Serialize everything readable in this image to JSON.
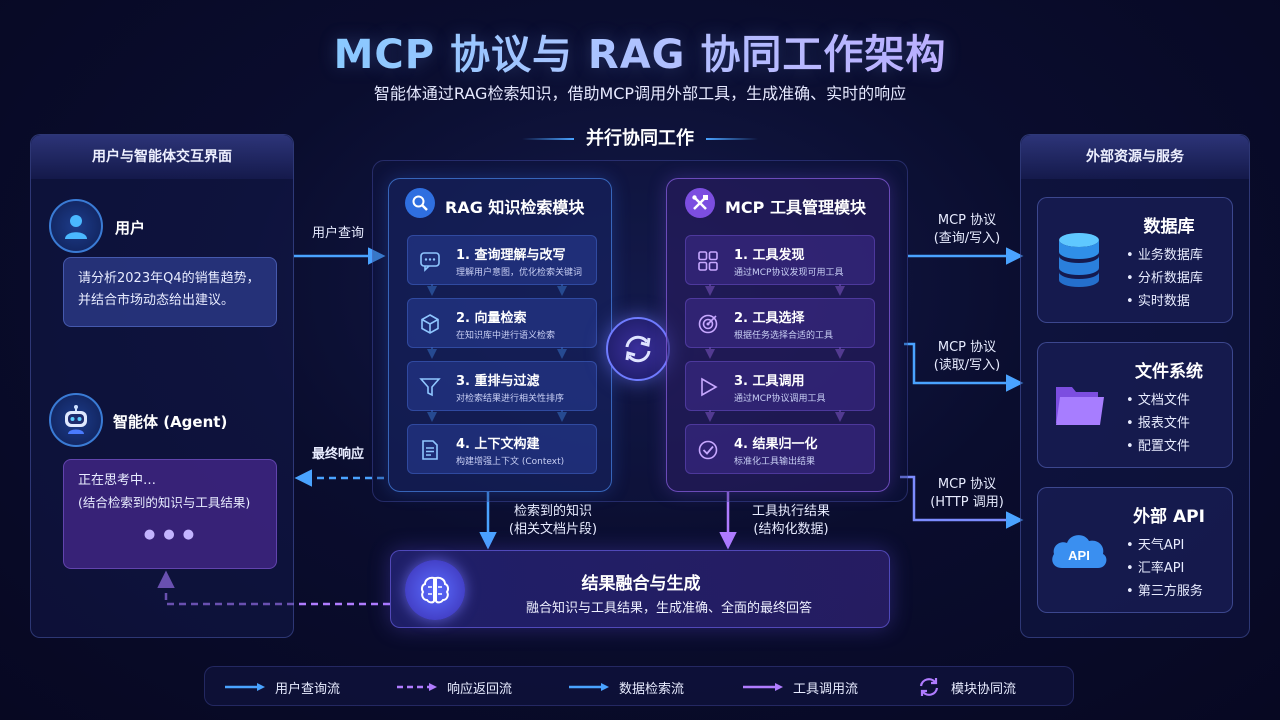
{
  "header": {
    "title": "MCP 协议与 RAG 协同工作架构",
    "subtitle": "智能体通过RAG检索知识，借助MCP调用外部工具，生成准确、实时的响应",
    "parallel_label": "并行协同工作"
  },
  "left_panel": {
    "title": "用户与智能体交互界面",
    "user_label": "用户",
    "user_query": "请分析2023年Q4的销售趋势，并结合市场动态给出建议。",
    "agent_label": "智能体 (Agent)",
    "agent_thinking": "正在思考中…",
    "agent_note": "(结合检索到的知识与工具结果)",
    "dots": "● ● ●"
  },
  "rag_module": {
    "title": "RAG 知识检索模块",
    "steps": [
      {
        "title": "1. 查询理解与改写",
        "desc": "理解用户意图，优化检索关键词",
        "icon": "chat-icon"
      },
      {
        "title": "2. 向量检索",
        "desc": "在知识库中进行语义检索",
        "icon": "cube-icon"
      },
      {
        "title": "3. 重排与过滤",
        "desc": "对检索结果进行相关性排序",
        "icon": "filter-icon"
      },
      {
        "title": "4. 上下文构建",
        "desc": "构建增强上下文 (Context)",
        "icon": "document-icon"
      }
    ]
  },
  "mcp_module": {
    "title": "MCP 工具管理模块",
    "steps": [
      {
        "title": "1. 工具发现",
        "desc": "通过MCP协议发现可用工具",
        "icon": "grid-icon"
      },
      {
        "title": "2. 工具选择",
        "desc": "根据任务选择合适的工具",
        "icon": "target-icon"
      },
      {
        "title": "3. 工具调用",
        "desc": "通过MCP协议调用工具",
        "icon": "play-icon"
      },
      {
        "title": "4. 结果归一化",
        "desc": "标准化工具输出结果",
        "icon": "check-icon"
      }
    ]
  },
  "flows": {
    "user_query": "用户查询",
    "final_response": "最终响应",
    "retrieved_knowledge": "检索到的知识",
    "retrieved_knowledge_sub": "(相关文档片段)",
    "tool_result": "工具执行结果",
    "tool_result_sub": "(结构化数据)",
    "mcp_db": "MCP 协议",
    "mcp_db_sub": "(查询/写入)",
    "mcp_fs": "MCP 协议",
    "mcp_fs_sub": "(读取/写入)",
    "mcp_api": "MCP 协议",
    "mcp_api_sub": "(HTTP 调用)"
  },
  "fusion": {
    "title": "结果融合与生成",
    "desc": "融合知识与工具结果，生成准确、全面的最终回答"
  },
  "right_panel": {
    "title": "外部资源与服务",
    "cards": [
      {
        "title": "数据库",
        "items": [
          "业务数据库",
          "分析数据库",
          "实时数据"
        ],
        "icon": "database-icon"
      },
      {
        "title": "文件系统",
        "items": [
          "文档文件",
          "报表文件",
          "配置文件"
        ],
        "icon": "folder-icon"
      },
      {
        "title": "外部 API",
        "items": [
          "天气API",
          "汇率API",
          "第三方服务"
        ],
        "icon": "cloud-api-icon",
        "icon_text": "API"
      }
    ]
  },
  "legend": [
    {
      "label": "用户查询流",
      "color": "#4aa3ff",
      "style": "solid"
    },
    {
      "label": "响应返回流",
      "color": "#b07cff",
      "style": "dashed"
    },
    {
      "label": "数据检索流",
      "color": "#4aa3ff",
      "style": "solid"
    },
    {
      "label": "工具调用流",
      "color": "#b07cff",
      "style": "solid"
    },
    {
      "label": "模块协同流",
      "color": "#b07cff",
      "style": "cycle"
    }
  ],
  "colors": {
    "blue": "#4aa3ff",
    "purple": "#b07cff"
  }
}
